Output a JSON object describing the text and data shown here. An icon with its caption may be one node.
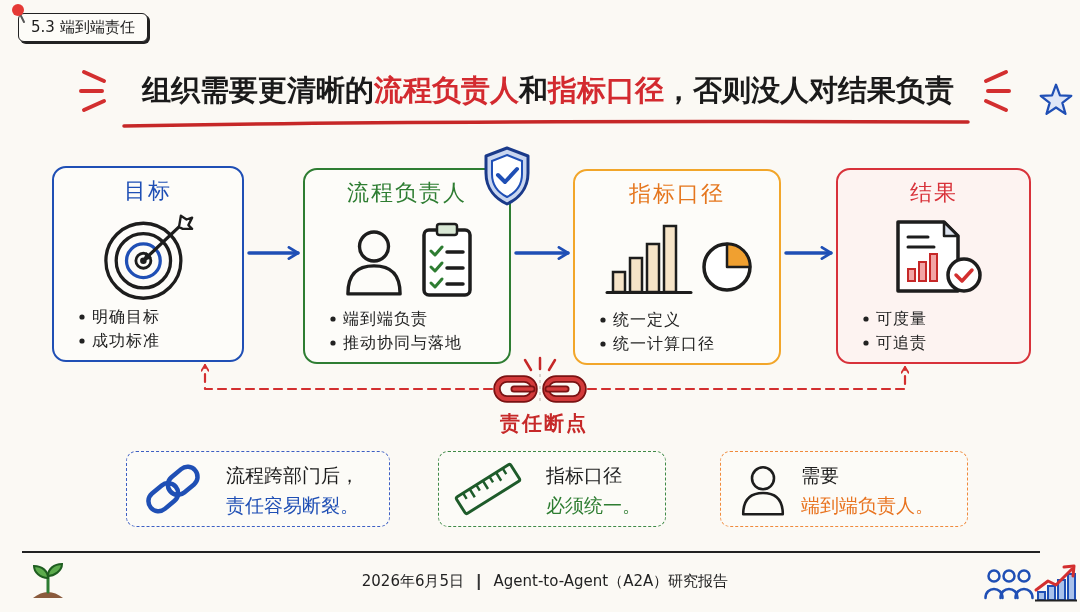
{
  "diagram": {
    "title": "组织需要更清晰的**流程负责人**和**指标口径**，否则没人对结果负责",
    "nodes": [
      {
        "text": [
          "目标",
          "明确目标",
          "成功标准"
        ]
      },
      {
        "text": [
          "流程负责人",
          "端到端负责",
          "推动协同与落地"
        ]
      },
      {
        "text": [
          "指标口径",
          "统一定义",
          "统一计算口径"
        ]
      },
      {
        "text": [
          "结果",
          "可度量",
          "可追责"
        ]
      },
      {
        "text": [],
        "shape": "picture",
        "beside": [
          "责任断点"
        ]
      },
      {
        "text": [
          "流程跨部门后，",
          "责任容易断裂。"
        ]
      },
      {
        "text": [
          "指标口径",
          "必须统一。"
        ]
      },
      {
        "text": [
          "需要",
          "端到端负责人。"
        ]
      }
    ],
    "edges": [
      {
        "from": 0,
        "to": 1,
        "arrow": "to"
      },
      {
        "from": 1,
        "to": 2,
        "arrow": "to"
      },
      {
        "from": 2,
        "to": 3,
        "arrow": "to"
      },
      {
        "from": 4,
        "to": 0,
        "arrow": "to",
        "style": "dashed",
        "color": "#d32f2f"
      },
      {
        "from": 4,
        "to": 3,
        "arrow": "to",
        "style": "dashed",
        "color": "#d32f2f"
      }
    ],
    "labels": [
      "5.3 端到端责任",
      "2026年6月5日",
      "Agent-to-Agent（A2A）研究报告"
    ]
  }
}
